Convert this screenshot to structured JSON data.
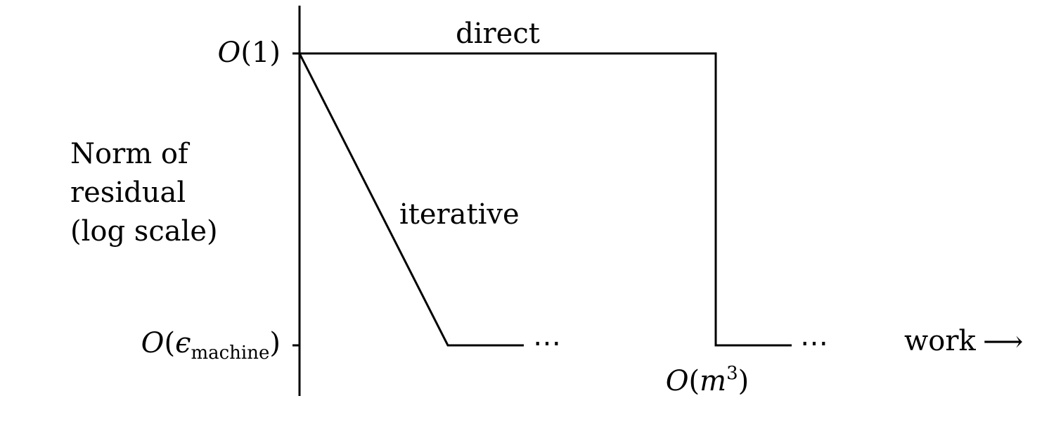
{
  "figure": {
    "ylabel_lines": [
      "Norm of",
      "residual",
      "(log scale)"
    ],
    "y_tick_top": {
      "O": "O",
      "open": "(",
      "value": "1",
      "close": ")"
    },
    "y_tick_bottom": {
      "O": "O",
      "open": "(",
      "epsilon": "ϵ",
      "subscript": "machine",
      "close": ")"
    },
    "x_tick": {
      "O": "O",
      "open": "(",
      "m": "m",
      "power": "3",
      "close": ")"
    },
    "xlabel": "work",
    "xlabel_arrow": "⟶",
    "series_labels": {
      "direct": "direct",
      "iterative": "iterative"
    },
    "ellipsis": "⋯",
    "colors": {
      "line": "#000000",
      "background": "#ffffff"
    }
  }
}
